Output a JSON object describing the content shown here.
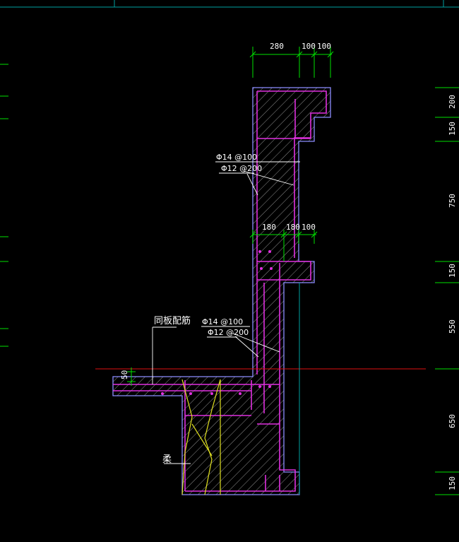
{
  "colors": {
    "background": "#000000",
    "concrete_outline": "#8c8cff",
    "rebar": "#e030e0",
    "dimension": "#00e000",
    "text": "#ffffff",
    "leader": "#ffffff",
    "hatch": "#b4b4b4",
    "grade_line": "#e01010",
    "backfill": "#e0e020",
    "ref_line": "#00a0a0"
  },
  "dimensions": {
    "top": [
      "280",
      "100",
      "100"
    ],
    "middle": [
      "180",
      "180",
      "100"
    ],
    "right": [
      "200",
      "150",
      "750",
      "150",
      "550",
      "650",
      "150"
    ],
    "slab": "50"
  },
  "notes": {
    "upper_rebar_1": "Φ14 @100",
    "upper_rebar_2": "Φ12 @200",
    "lower_rebar_1": "Φ14 @100",
    "lower_rebar_2": "Φ12 @200",
    "slab_note": "同板配筋",
    "backfill_note": "柔"
  }
}
